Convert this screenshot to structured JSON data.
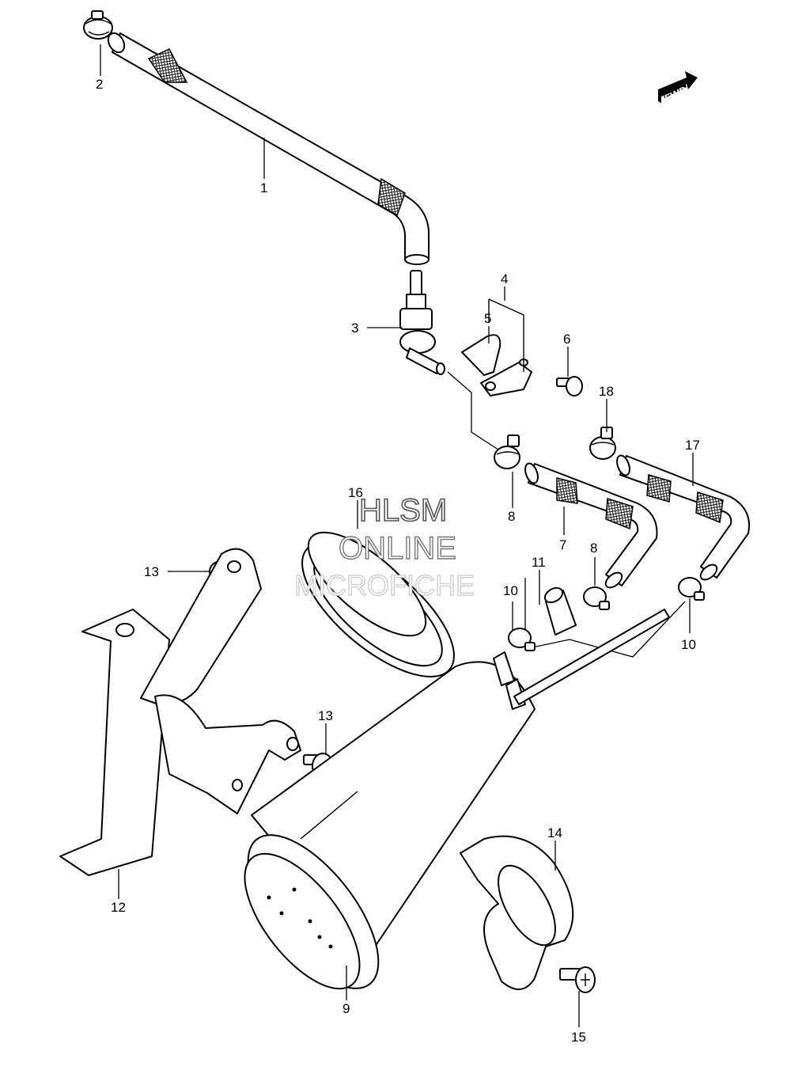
{
  "watermark": {
    "line1": "HLSM",
    "line2": "ONLINE",
    "line3": "MICROFICHE"
  },
  "direction_badge": {
    "label": "FWD",
    "icon": "forward-arrow-icon"
  },
  "callouts": [
    {
      "id": "c2",
      "text": "2"
    },
    {
      "id": "c1",
      "text": "1"
    },
    {
      "id": "c4",
      "text": "4"
    },
    {
      "id": "c5",
      "text": "5"
    },
    {
      "id": "c3",
      "text": "3"
    },
    {
      "id": "c6",
      "text": "6"
    },
    {
      "id": "c18",
      "text": "18"
    },
    {
      "id": "c17",
      "text": "17"
    },
    {
      "id": "c16",
      "text": "16"
    },
    {
      "id": "c8a",
      "text": "8"
    },
    {
      "id": "c7",
      "text": "7"
    },
    {
      "id": "c8b",
      "text": "8"
    },
    {
      "id": "c11",
      "text": "11"
    },
    {
      "id": "c13a",
      "text": "13"
    },
    {
      "id": "c10a",
      "text": "10"
    },
    {
      "id": "c10b",
      "text": "10"
    },
    {
      "id": "c13b",
      "text": "13"
    },
    {
      "id": "c14",
      "text": "14"
    },
    {
      "id": "c12",
      "text": "12"
    },
    {
      "id": "c9",
      "text": "9"
    },
    {
      "id": "c15",
      "text": "15"
    }
  ]
}
